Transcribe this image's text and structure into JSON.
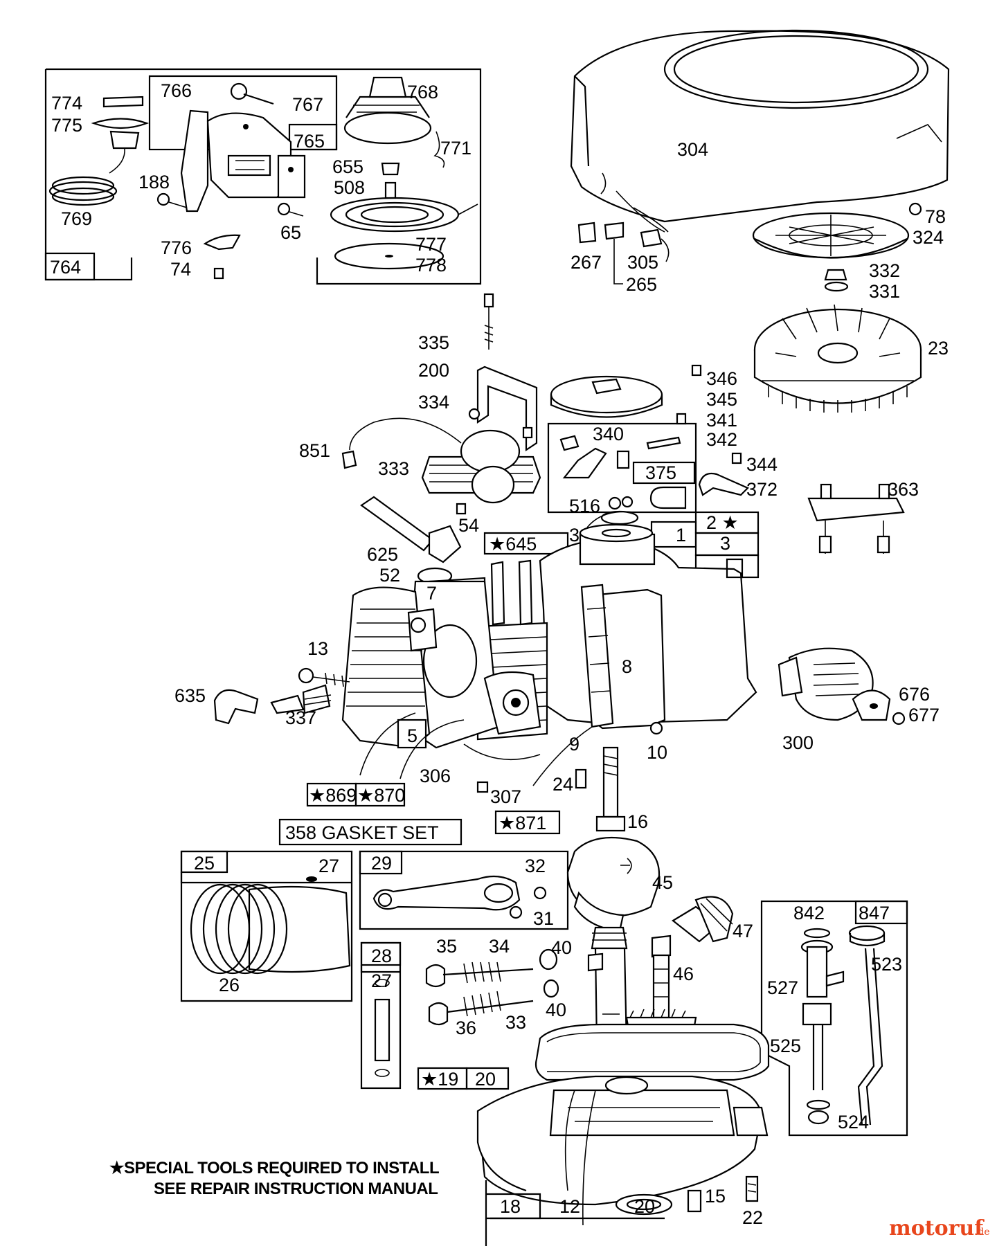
{
  "labels": {
    "p774": "774",
    "p775": "775",
    "p766": "766",
    "p767": "767",
    "p765": "765",
    "p768": "768",
    "p771": "771",
    "p188": "188",
    "p769": "769",
    "p655": "655",
    "p508": "508",
    "p65": "65",
    "p776": "776",
    "p74": "74",
    "p777": "777",
    "p778": "778",
    "p764": "764",
    "p304": "304",
    "p78": "78",
    "p324": "324",
    "p267": "267",
    "p305": "305",
    "p265": "265",
    "p332": "332",
    "p331": "331",
    "p23": "23",
    "p335": "335",
    "p200": "200",
    "p334": "334",
    "p851": "851",
    "p333": "333",
    "p346": "346",
    "p345": "345",
    "p341": "341",
    "p340": "340",
    "p342": "342",
    "p375": "375",
    "p344": "344",
    "p372": "372",
    "p516": "516",
    "p363": "363",
    "p54": "54",
    "p625": "625",
    "p52": "52",
    "p645": "★645",
    "p3a": "3",
    "p1": "1",
    "p2": "2 ★",
    "p3b": "3",
    "p7": "7",
    "p13": "13",
    "p8": "8",
    "p300": "300",
    "p635": "635",
    "p337": "337",
    "p5": "5",
    "p676": "676",
    "p677": "677",
    "p9": "9",
    "p10": "10",
    "p306": "306",
    "p307": "307",
    "p869": "★869",
    "p870": "★870",
    "p24": "24",
    "p871": "★871",
    "gasket": "358 GASKET SET",
    "p16": "16",
    "p25": "25",
    "p27a": "27",
    "p26": "26",
    "p29": "29",
    "p32": "32",
    "p31": "31",
    "p45": "45",
    "p47": "47",
    "p28": "28",
    "p27b": "27",
    "p35": "35",
    "p34": "34",
    "p40a": "40",
    "p36": "36",
    "p33": "33",
    "p40b": "40",
    "p46": "46",
    "p842": "842",
    "p847": "847",
    "p523": "523",
    "p527": "527",
    "p525": "525",
    "p524": "524",
    "p19": "★19",
    "p20a": "20",
    "p18": "18",
    "p12": "12",
    "p20b": "20",
    "p15": "15",
    "p22": "22"
  },
  "notes": {
    "line1": "★SPECIAL TOOLS REQUIRED TO INSTALL",
    "line2": "SEE REPAIR INSTRUCTION MANUAL"
  },
  "watermark": {
    "name": "motoruf",
    "tld": ".de"
  }
}
